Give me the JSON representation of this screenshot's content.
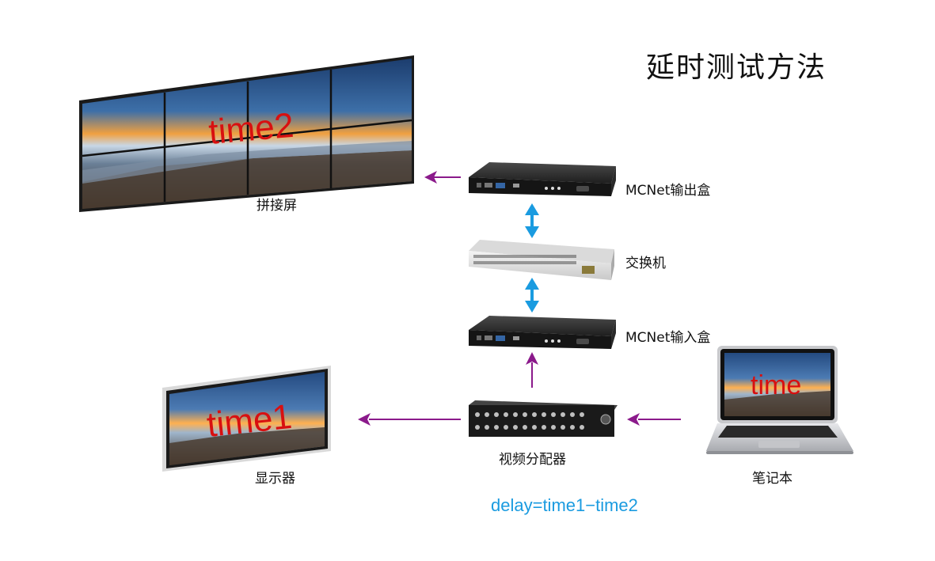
{
  "title": "延时测试方法",
  "nodes": {
    "video_wall": {
      "label": "拼接屏",
      "overlay": "time2"
    },
    "output_box": {
      "label": "MCNet输出盒"
    },
    "switch": {
      "label": "交换机"
    },
    "input_box": {
      "label": "MCNet输入盒"
    },
    "splitter": {
      "label": "视频分配器"
    },
    "display": {
      "label": "显示器",
      "overlay": "time1"
    },
    "laptop": {
      "label": "笔记本",
      "overlay": "time"
    }
  },
  "formula": "delay=time1−time2",
  "colors": {
    "arrow_purple": "#8b1a8b",
    "arrow_blue": "#1a9be0",
    "overlay_red": "#d81010",
    "formula_blue": "#1a9be0"
  }
}
